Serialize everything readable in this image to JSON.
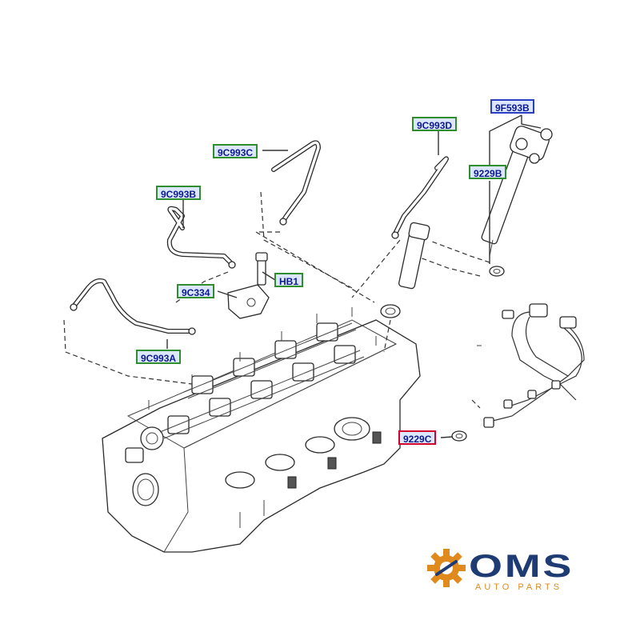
{
  "callouts": {
    "c1": "9F593B",
    "c2": "9C993D",
    "c3": "9C993C",
    "c4": "9229B",
    "c5": "9C993B",
    "c6": "HB1",
    "c7": "9C334",
    "c8": "9C993A",
    "c9": "9229C"
  },
  "logo": {
    "word": "OMS",
    "sub": "AUTO PARTS"
  },
  "colors": {
    "callout_border": "#2f8f2f",
    "callout_border_alt": "#2a3fc0",
    "callout_highlight": "#d2002a",
    "callout_fill": "#dde6ff",
    "logo_blue": "#1f3b73",
    "logo_orange": "#e08a1e"
  }
}
